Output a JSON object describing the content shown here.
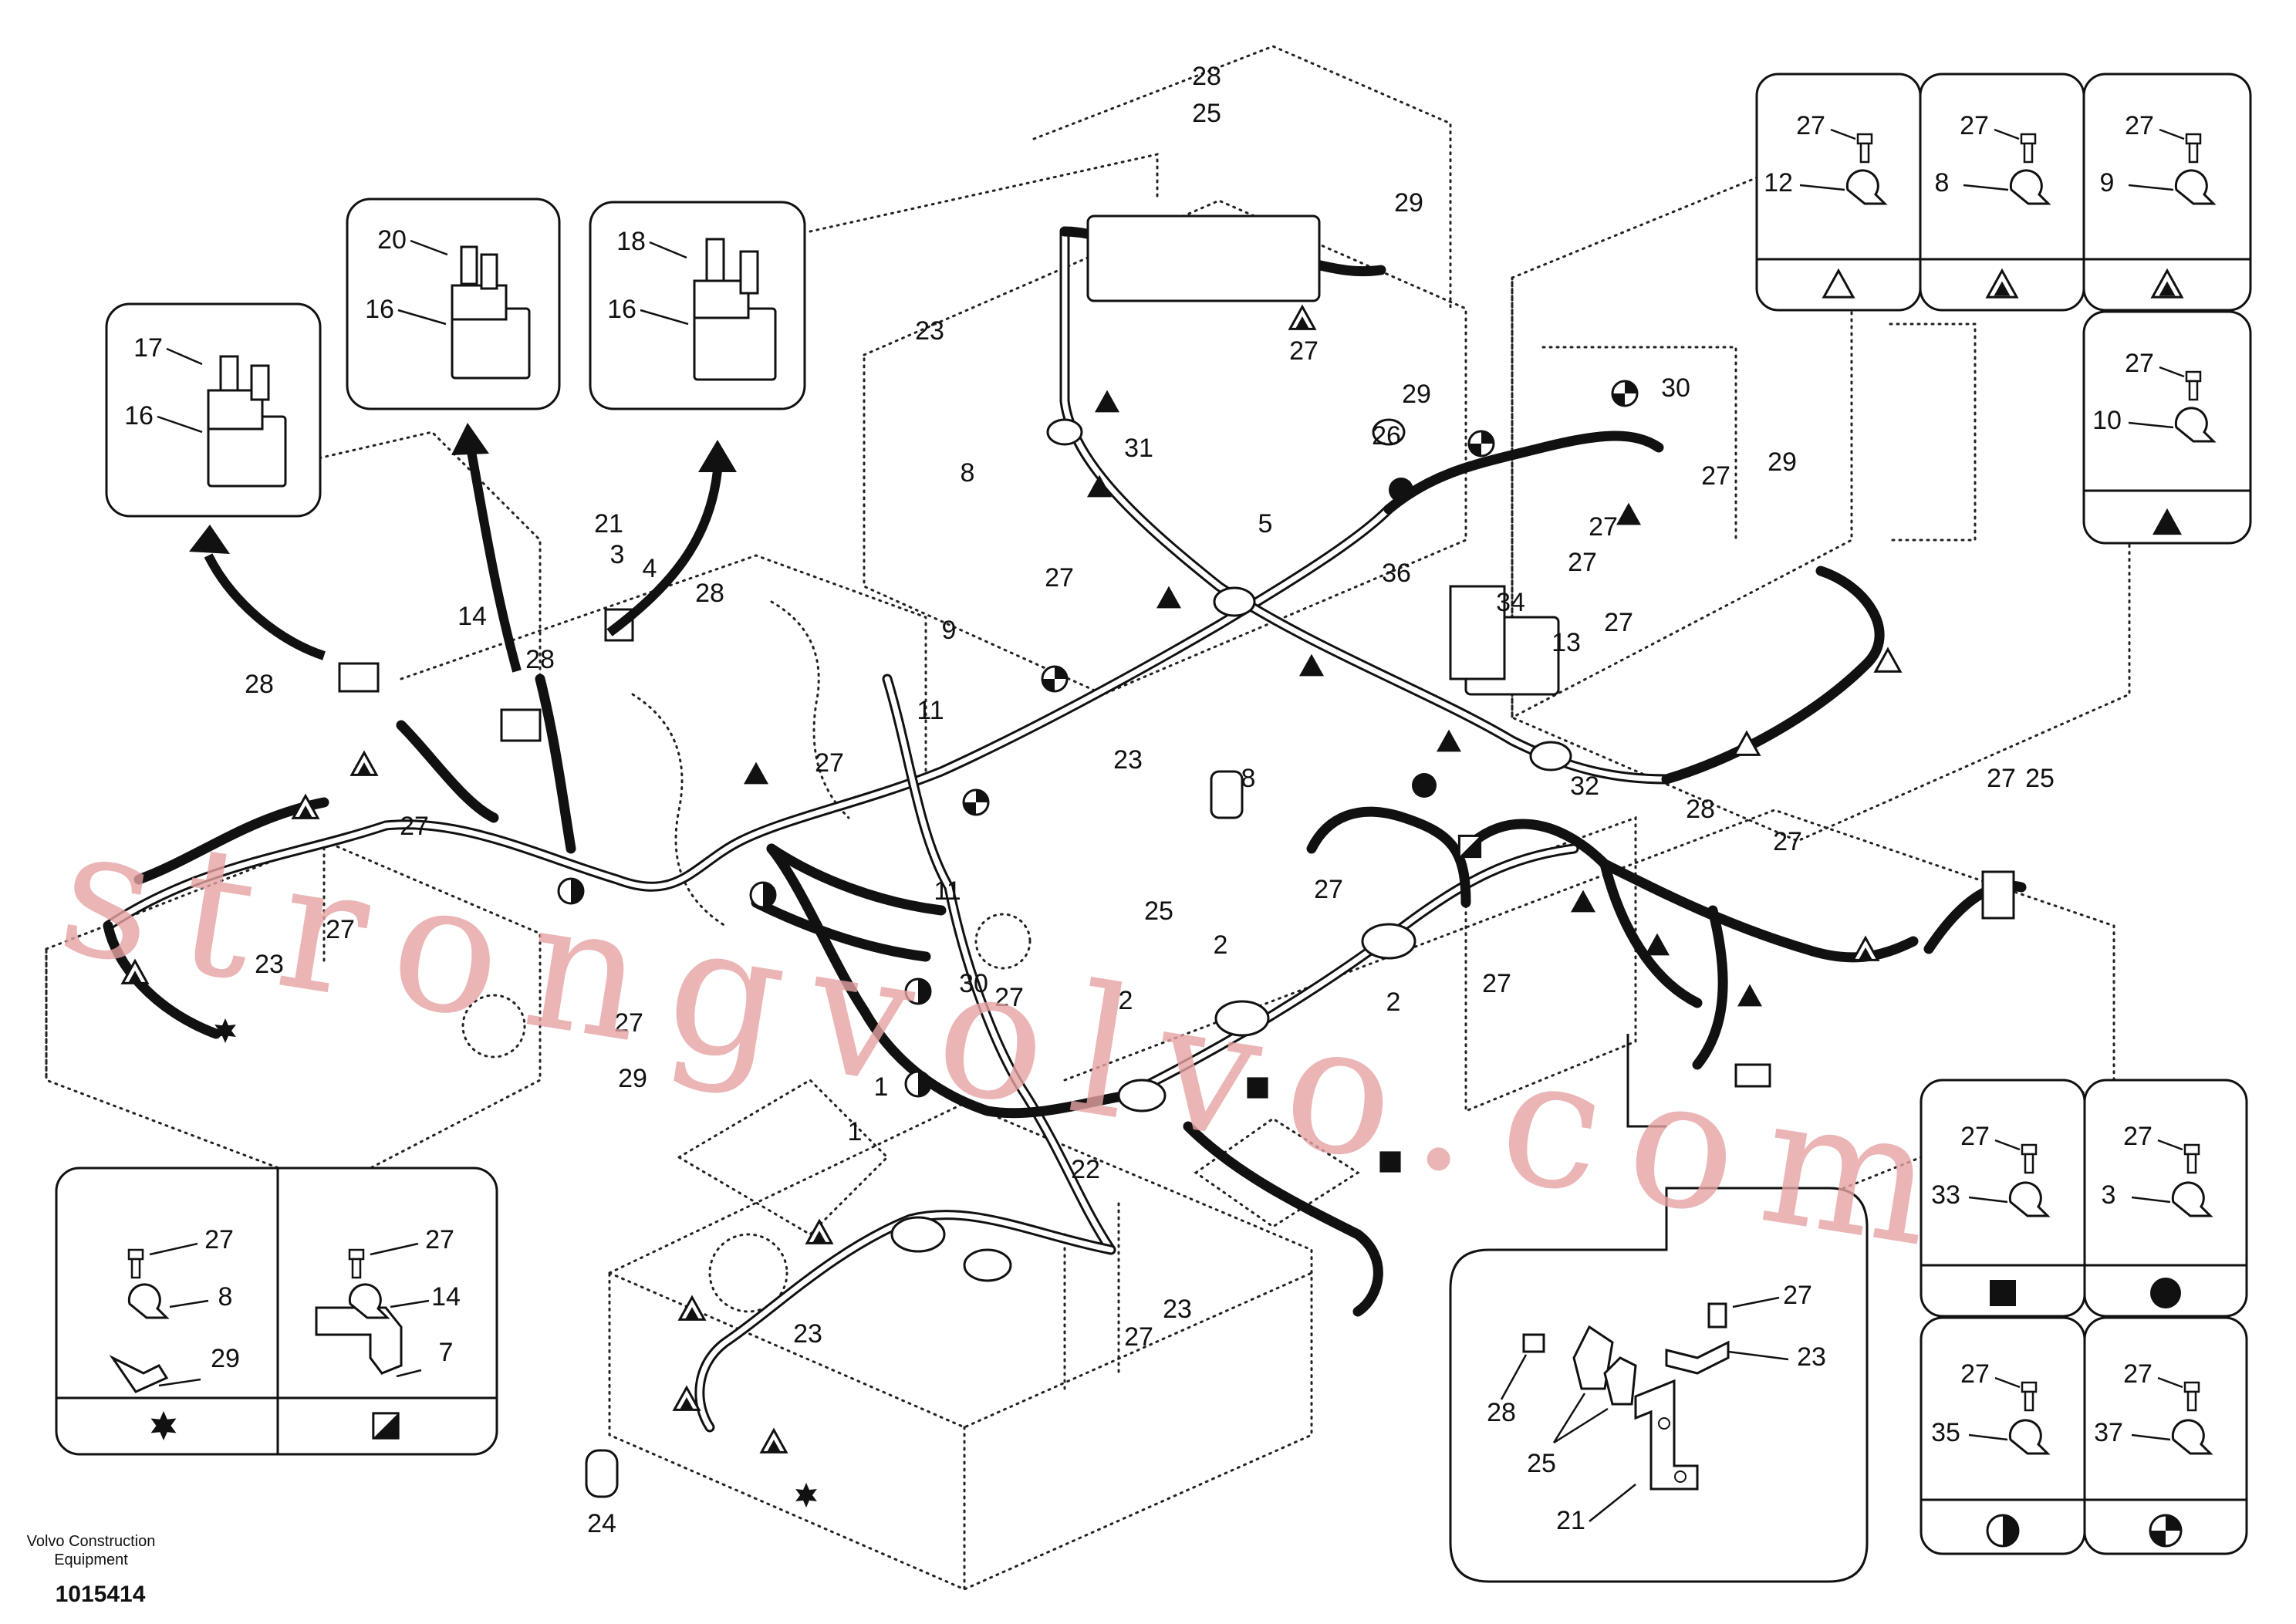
{
  "footer": {
    "company": "Volvo Construction\nEquipment",
    "drawing_number": "1015414"
  },
  "watermark": "strongvolvo.com",
  "callouts": [
    {
      "t": "28"
    },
    {
      "t": "25"
    },
    {
      "t": "29"
    },
    {
      "t": "27"
    },
    {
      "t": "29"
    },
    {
      "t": "26"
    },
    {
      "t": "23"
    },
    {
      "t": "31"
    },
    {
      "t": "30"
    },
    {
      "t": "27"
    },
    {
      "t": "27"
    },
    {
      "t": "29"
    },
    {
      "t": "27"
    },
    {
      "t": "8"
    },
    {
      "t": "27"
    },
    {
      "t": "9"
    },
    {
      "t": "5"
    },
    {
      "t": "36"
    },
    {
      "t": "34"
    },
    {
      "t": "13"
    },
    {
      "t": "27"
    },
    {
      "t": "21"
    },
    {
      "t": "3"
    },
    {
      "t": "4"
    },
    {
      "t": "28"
    },
    {
      "t": "14"
    },
    {
      "t": "28"
    },
    {
      "t": "28"
    },
    {
      "t": "27"
    },
    {
      "t": "27"
    },
    {
      "t": "23"
    },
    {
      "t": "11"
    },
    {
      "t": "27"
    },
    {
      "t": "11"
    },
    {
      "t": "23"
    },
    {
      "t": "8"
    },
    {
      "t": "32"
    },
    {
      "t": "27"
    },
    {
      "t": "25"
    },
    {
      "t": "28"
    },
    {
      "t": "27"
    },
    {
      "t": "25"
    },
    {
      "t": "2"
    },
    {
      "t": "2"
    },
    {
      "t": "27"
    },
    {
      "t": "2"
    },
    {
      "t": "27"
    },
    {
      "t": "29"
    },
    {
      "t": "22"
    },
    {
      "t": "1"
    },
    {
      "t": "23"
    },
    {
      "t": "27"
    },
    {
      "t": "23"
    },
    {
      "t": "24"
    },
    {
      "t": "30"
    },
    {
      "t": "27"
    },
    {
      "t": "1"
    },
    {
      "t": "27"
    }
  ],
  "insets": {
    "relay_17": {
      "items": [
        "17",
        "16"
      ]
    },
    "relay_20": {
      "items": [
        "20",
        "16"
      ]
    },
    "relay_18": {
      "items": [
        "18",
        "16"
      ]
    },
    "top_right": [
      {
        "bolt": "27",
        "clip": "12",
        "symbol": "triangle-outline"
      },
      {
        "bolt": "27",
        "clip": "8",
        "symbol": "triangle-half"
      },
      {
        "bolt": "27",
        "clip": "9",
        "symbol": "triangle-half"
      },
      {
        "bolt": "27",
        "clip": "10",
        "symbol": "triangle-filled"
      }
    ],
    "bottom_left": [
      {
        "bolt": "27",
        "clip": "8",
        "bracket": "29",
        "symbol": "star"
      },
      {
        "bolt": "27",
        "clip": "14",
        "bracket": "7",
        "symbol": "square-half"
      }
    ],
    "bottom_right": [
      {
        "bolt": "27",
        "clip": "33",
        "symbol": "square-filled"
      },
      {
        "bolt": "27",
        "clip": "3",
        "symbol": "circle-filled"
      },
      {
        "bolt": "27",
        "clip": "35",
        "symbol": "circle-half"
      },
      {
        "bolt": "27",
        "clip": "37",
        "symbol": "circle-quarter"
      }
    ],
    "detail": {
      "labels": [
        "27",
        "23",
        "28",
        "25",
        "21"
      ]
    }
  }
}
